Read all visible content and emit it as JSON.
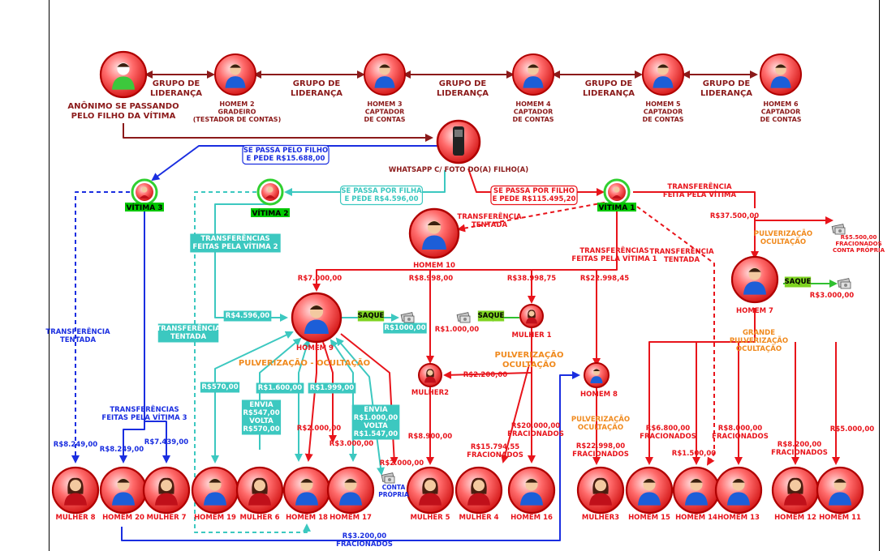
{
  "nodes": {
    "anonimo": {
      "label": [
        "ANÔNIMO SE PASSANDO",
        "PELO FILHO DA VÍTIMA"
      ]
    },
    "homem2": {
      "label": [
        "HOMEM 2",
        "GRADEIRO",
        "(TESTADOR DE CONTAS)"
      ]
    },
    "homem3": {
      "label": [
        "HOMEM 3",
        "CAPTADOR",
        "DE CONTAS"
      ]
    },
    "homem4": {
      "label": [
        "HOMEM 4",
        "CAPTADOR",
        "DE CONTAS"
      ]
    },
    "homem5": {
      "label": [
        "HOMEM 5",
        "CAPTADOR",
        "DE CONTAS"
      ]
    },
    "homem6": {
      "label": [
        "HOMEM 6",
        "CAPTADOR",
        "DE CONTAS"
      ]
    },
    "whatsapp": {
      "label": "WHATSAPP C/ FOTO DO(A)  FILHO(A)"
    },
    "vitima1": {
      "label": "VÍTIMA 1"
    },
    "vitima2": {
      "label": "VÍTIMA 2"
    },
    "vitima3": {
      "label": "VÍTIMA 3"
    },
    "homem10": {
      "label": "HOMEM 10"
    },
    "homem9": {
      "label": "HOMEM 9"
    },
    "mulher1": {
      "label": "MULHER 1"
    },
    "mulher2": {
      "label": "MULHER2"
    },
    "homem8": {
      "label": "HOMEM 8"
    },
    "homem7": {
      "label": "HOMEM 7"
    },
    "bottom": [
      "MULHER 8",
      "HOMEM 20",
      "MULHER 7",
      "HOMEM 19",
      "MULHER 6",
      "HOMEM 18",
      "HOMEM 17",
      "MULHER 5",
      "MULHER 4",
      "HOMEM 16",
      "MULHER3",
      "HOMEM 15",
      "HOMEM 14",
      "HOMEM 13",
      "HOMEM 12",
      "HOMEM 11"
    ]
  },
  "links": {
    "grupo": [
      "GRUPO DE",
      "LIDERANÇA"
    ],
    "box_filho": [
      "SE PASSA PELO FILHO",
      "E PEDE R$15.688,00"
    ],
    "box_filha": [
      "SE PASSA POR FILHA",
      "E PEDE R$4.596,00"
    ],
    "box_filho2": [
      "SE PASSA POR FILHO",
      "E PEDE R$115.495,20"
    ],
    "transf_vitima": [
      "TRANSFERÊNCIA",
      "FEITA PELA VÍTIMA"
    ],
    "transf_tentada": [
      "TRANSFERÊNCIA",
      "TENTADA"
    ],
    "transf_v1": [
      "TRANSFERÊNCIAS",
      "FEITAS PELA VÍTIMA 1"
    ],
    "transf_v2": [
      "TRANSFERÊNCIAS",
      "FEITAS PELA VÍTIMA 2"
    ],
    "transf_v3": [
      "TRANSFERÊNCIAS",
      "FEITAS PELA VÍTIMA 3"
    ],
    "pulv_oc": "PULVERIZAÇÃO - OCULTAÇÃO",
    "pulv": [
      "PULVERIZAÇÃO",
      "OCULTAÇÃO"
    ],
    "grande_pulv": [
      "GRANDE",
      "PULVERIZAÇÃO",
      "OCULTAÇÃO"
    ],
    "fracionados_conta": [
      "R$5.500,00",
      "FRACIONADOS",
      "CONTA PRÓPRIA"
    ],
    "saque": "SAQUE",
    "conta_propria": [
      "CONTA",
      "PRÓPRIA"
    ],
    "envia1": [
      "ENVIA",
      "R$547,00",
      "VOLTA",
      "R$570,00"
    ],
    "envia2": [
      "ENVIA",
      "R$1.000,00",
      "VOLTA",
      "R$1.547,00"
    ],
    "amounts": {
      "a37500": "R$37.500,00",
      "a3000": "R$3.000,00",
      "a7000": "R$7.000,00",
      "a8998": "R$8.998,00",
      "a38998": "R$38.998,75",
      "a22998": "R$22.998,45",
      "a4596": "R$4.596,00",
      "a1000s": "R$1000,00",
      "a1000": "R$1.000,00",
      "a2200": "R$2.200,00",
      "a570": "R$570,00",
      "a1600": "R$1.600,00",
      "a1999": "R$1.999,00",
      "a2000a": "R$2.000,00",
      "a3000b": "R$3.000,00",
      "a2000b": "R$2.000,00",
      "a8900": "R$8.900,00",
      "a8249a": "R$8.249,00",
      "a8249b": "R$8.249,00",
      "a7439": "R$7.439,00",
      "a20000": [
        "R$20.000,00",
        "FRACIONADOS"
      ],
      "a15794": [
        "R$15.794,55",
        "FRACIONADOS"
      ],
      "a22998b": [
        "R$22.998,00",
        "FRACIONADOS"
      ],
      "a6800": [
        "R$6.800,00",
        "FRACIONADOS"
      ],
      "a1500": "R$1.500,00",
      "a8000": [
        "R$8.000,00",
        "FRACIONADOS"
      ],
      "a8200": [
        "R$8.200,00",
        "FRACIONADOS"
      ],
      "a5000": "R$5.000,00",
      "a3200": [
        "R$3.200,00",
        "FRACIONADOS"
      ]
    }
  },
  "colors": {
    "red": "#e8141b",
    "dark": "#8b1a1a",
    "teal": "#3cc8c0",
    "blue": "#1a2ee0",
    "orange": "#f08a1e",
    "green_bg": "#00c800"
  }
}
